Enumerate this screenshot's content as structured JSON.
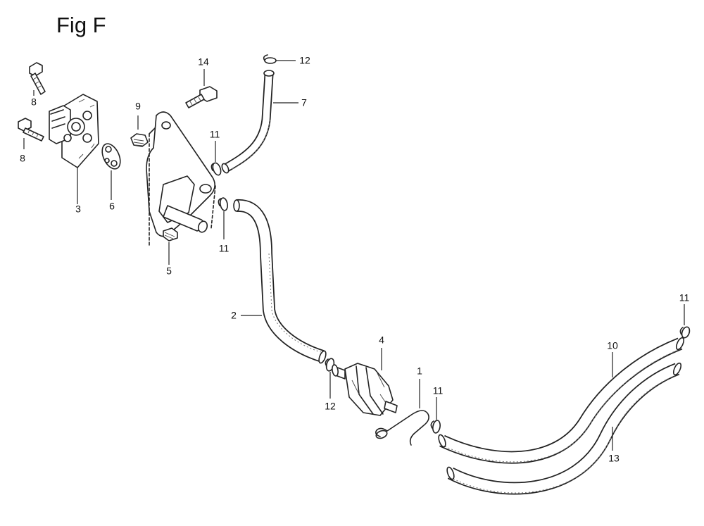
{
  "figure": {
    "title": "Fig F"
  },
  "parts": [
    {
      "id": "label-1",
      "text": "1"
    },
    {
      "id": "label-2",
      "text": "2"
    },
    {
      "id": "label-3",
      "text": "3"
    },
    {
      "id": "label-4",
      "text": "4"
    },
    {
      "id": "label-5",
      "text": "5"
    },
    {
      "id": "label-6",
      "text": "6"
    },
    {
      "id": "label-7",
      "text": "7"
    },
    {
      "id": "label-8a",
      "text": "8"
    },
    {
      "id": "label-8b",
      "text": "8"
    },
    {
      "id": "label-9",
      "text": "9"
    },
    {
      "id": "label-10",
      "text": "10"
    },
    {
      "id": "label-11a",
      "text": "11"
    },
    {
      "id": "label-11b",
      "text": "11"
    },
    {
      "id": "label-11c",
      "text": "11"
    },
    {
      "id": "label-11d",
      "text": "11"
    },
    {
      "id": "label-12a",
      "text": "12"
    },
    {
      "id": "label-12b",
      "text": "12"
    },
    {
      "id": "label-13",
      "text": "13"
    },
    {
      "id": "label-14",
      "text": "14"
    }
  ],
  "style": {
    "ink": "#222222",
    "paper": "#ffffff"
  }
}
